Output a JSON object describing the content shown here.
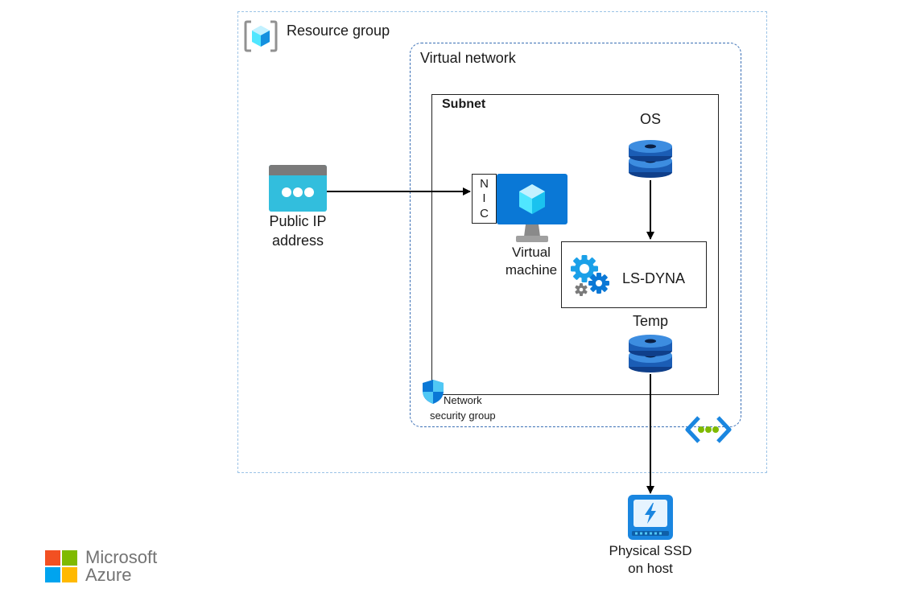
{
  "resource_group": {
    "label": "Resource group"
  },
  "virtual_network": {
    "label": "Virtual network"
  },
  "subnet": {
    "label": "Subnet"
  },
  "public_ip": {
    "line1": "Public IP",
    "line2": "address"
  },
  "nic": {
    "letters": [
      "N",
      "I",
      "C"
    ]
  },
  "virtual_machine": {
    "line1": "Virtual",
    "line2": "machine"
  },
  "os_disk": {
    "label": "OS"
  },
  "application": {
    "label": "LS-DYNA"
  },
  "temp_disk": {
    "label": "Temp"
  },
  "nsg": {
    "line1": "Network",
    "line2": "security group"
  },
  "physical_ssd": {
    "line1": "Physical SSD",
    "line2": "on host"
  },
  "brand": {
    "line1": "Microsoft",
    "line2": "Azure"
  },
  "colors": {
    "azure_blue": "#0078d4",
    "light_blue": "#50e6ff",
    "dashed_border": "#9cc3e6",
    "vnet_border": "#3a6fb5",
    "gray": "#7a7a7a",
    "green": "#7fba00"
  },
  "icons": [
    "resource-group-icon",
    "public-ip-icon",
    "virtual-machine-icon",
    "disk-icon",
    "gears-icon",
    "shield-icon",
    "vnet-icon",
    "ssd-icon",
    "microsoft-logo-icon"
  ]
}
